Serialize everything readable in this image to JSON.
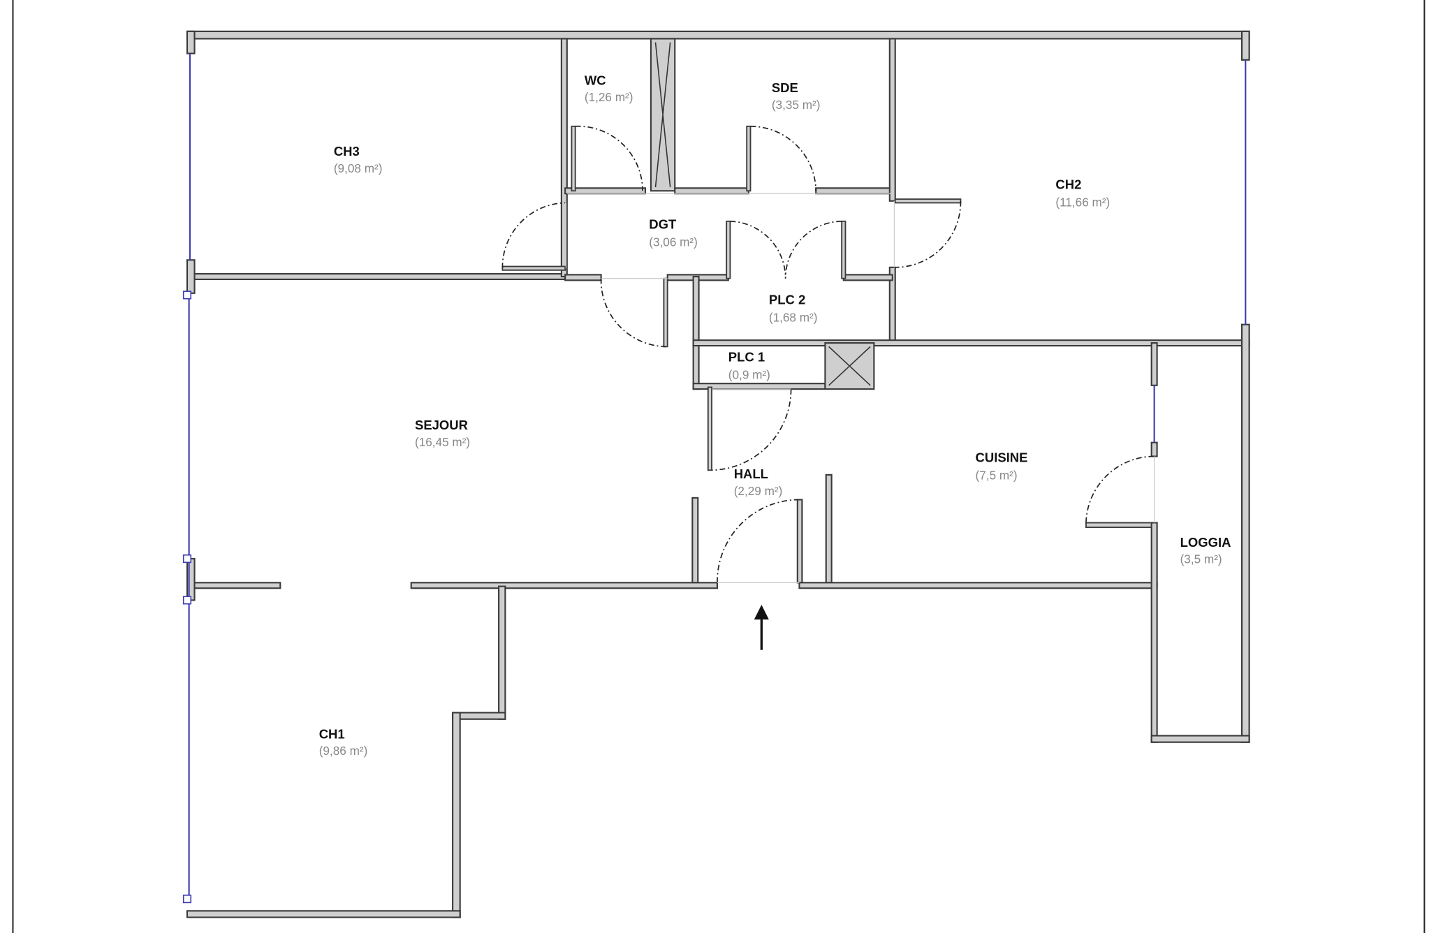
{
  "plan": {
    "rooms": [
      {
        "name": "CH3",
        "area": "(9,08 m²)"
      },
      {
        "name": "WC",
        "area": "(1,26 m²)"
      },
      {
        "name": "SDE",
        "area": "(3,35 m²)"
      },
      {
        "name": "CH2",
        "area": "(11,66 m²)"
      },
      {
        "name": "DGT",
        "area": "(3,06 m²)"
      },
      {
        "name": "PLC 2",
        "area": "(1,68 m²)"
      },
      {
        "name": "PLC 1",
        "area": "(0,9 m²)"
      },
      {
        "name": "SEJOUR",
        "area": "(16,45 m²)"
      },
      {
        "name": "HALL",
        "area": "(2,29 m²)"
      },
      {
        "name": "CUISINE",
        "area": "(7,5 m²)"
      },
      {
        "name": "LOGGIA",
        "area": "(3,5 m²)"
      },
      {
        "name": "CH1",
        "area": "(9,86 m²)"
      }
    ],
    "colors": {
      "wall": "#cfcfcf",
      "window": "#3b3bb0",
      "outline": "#3a3a3a"
    }
  }
}
